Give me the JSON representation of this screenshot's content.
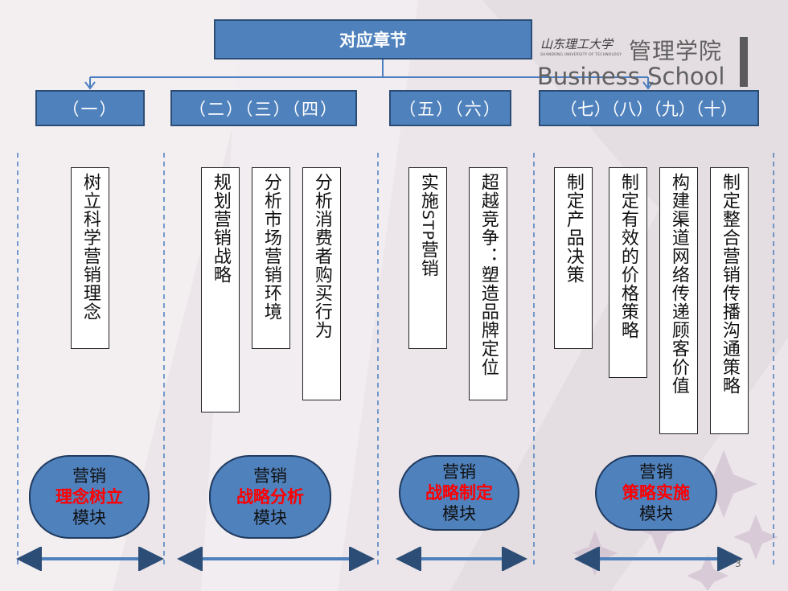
{
  "header": {
    "title": "对应章节"
  },
  "logo": {
    "university": "山东理工大学",
    "university_sub": "SHANDONG UNIVERSITY OF TECHNOLOGY",
    "school": "管理学院",
    "business_school": "Business School"
  },
  "chapter_groups": [
    {
      "label": "（一）"
    },
    {
      "label": "（二）（三）（四）"
    },
    {
      "label": "（五）（六）"
    },
    {
      "label": "（七）（八）（九）（十）"
    }
  ],
  "topics": [
    "树立科学营销理念",
    "规划营销战略",
    "分析市场营销环境",
    "分析消费者购买行为",
    "实施STP营销",
    "超越竞争：塑造品牌定位",
    "制定产品决策",
    "制定有效的价格策略",
    "构建渠道网络传递顾客价值",
    "制定整合营销传播沟通策略"
  ],
  "modules": [
    {
      "top": "营销",
      "highlight": "理念树立",
      "bottom": "模块"
    },
    {
      "top": "营销",
      "highlight": "战略分析",
      "bottom": "模块"
    },
    {
      "top": "营销",
      "highlight": "战略制定",
      "bottom": "模块"
    },
    {
      "top": "营销",
      "highlight": "策略实施",
      "bottom": "模块"
    }
  ],
  "colors": {
    "box_fill": "#4f81bd",
    "box_border": "#2c4d75",
    "highlight": "#ff0000",
    "divider": "#4a7ec0"
  },
  "page_number": "3"
}
